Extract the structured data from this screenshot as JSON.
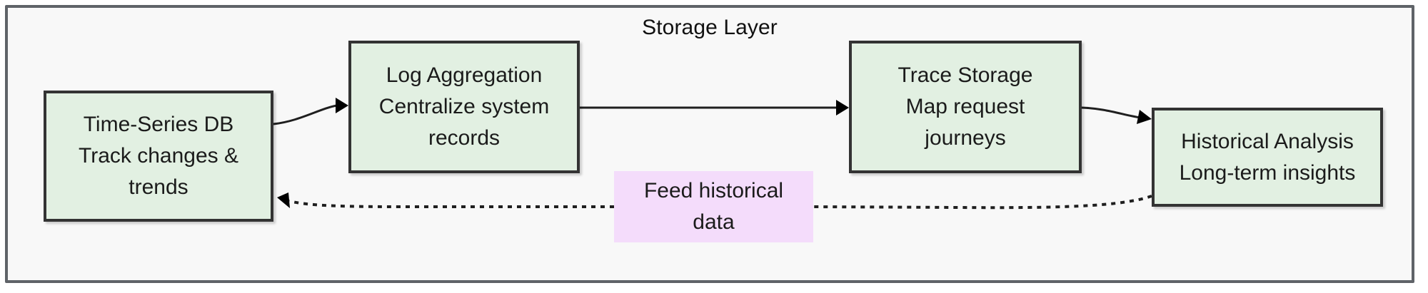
{
  "diagram": {
    "type": "flowchart",
    "orientation": "left-to-right",
    "container": {
      "name": "storage-layer",
      "title": "Storage Layer",
      "border_color": "#5f6368",
      "background_color": "#f8f8f8"
    },
    "node_style": {
      "fill": "#e2f0e2",
      "stroke": "#333333",
      "text_color": "#1b1b1b"
    },
    "label_style": {
      "fill": "#f4dcfb",
      "text_color": "#1b1b1b"
    },
    "nodes": [
      {
        "id": "time-series-db",
        "title": "Time-Series DB",
        "subtitle_line1": "Track changes &",
        "subtitle_line2": "trends"
      },
      {
        "id": "log-aggregation",
        "title": "Log Aggregation",
        "subtitle_line1": "Centralize system",
        "subtitle_line2": "records"
      },
      {
        "id": "trace-storage",
        "title": "Trace Storage",
        "subtitle_line1": "Map request",
        "subtitle_line2": "journeys"
      },
      {
        "id": "historical-analysis",
        "title": "Historical Analysis",
        "subtitle_line1": "Long-term insights",
        "subtitle_line2": ""
      }
    ],
    "edges": [
      {
        "id": "tsdb-to-log",
        "from": "time-series-db",
        "to": "log-aggregation",
        "style": "solid",
        "label": ""
      },
      {
        "id": "log-to-trace",
        "from": "log-aggregation",
        "to": "trace-storage",
        "style": "solid",
        "label": ""
      },
      {
        "id": "trace-to-historical",
        "from": "trace-storage",
        "to": "historical-analysis",
        "style": "solid",
        "label": ""
      },
      {
        "id": "historical-to-tsdb",
        "from": "historical-analysis",
        "to": "time-series-db",
        "style": "dotted",
        "label_line1": "Feed historical",
        "label_line2": "data"
      }
    ]
  }
}
